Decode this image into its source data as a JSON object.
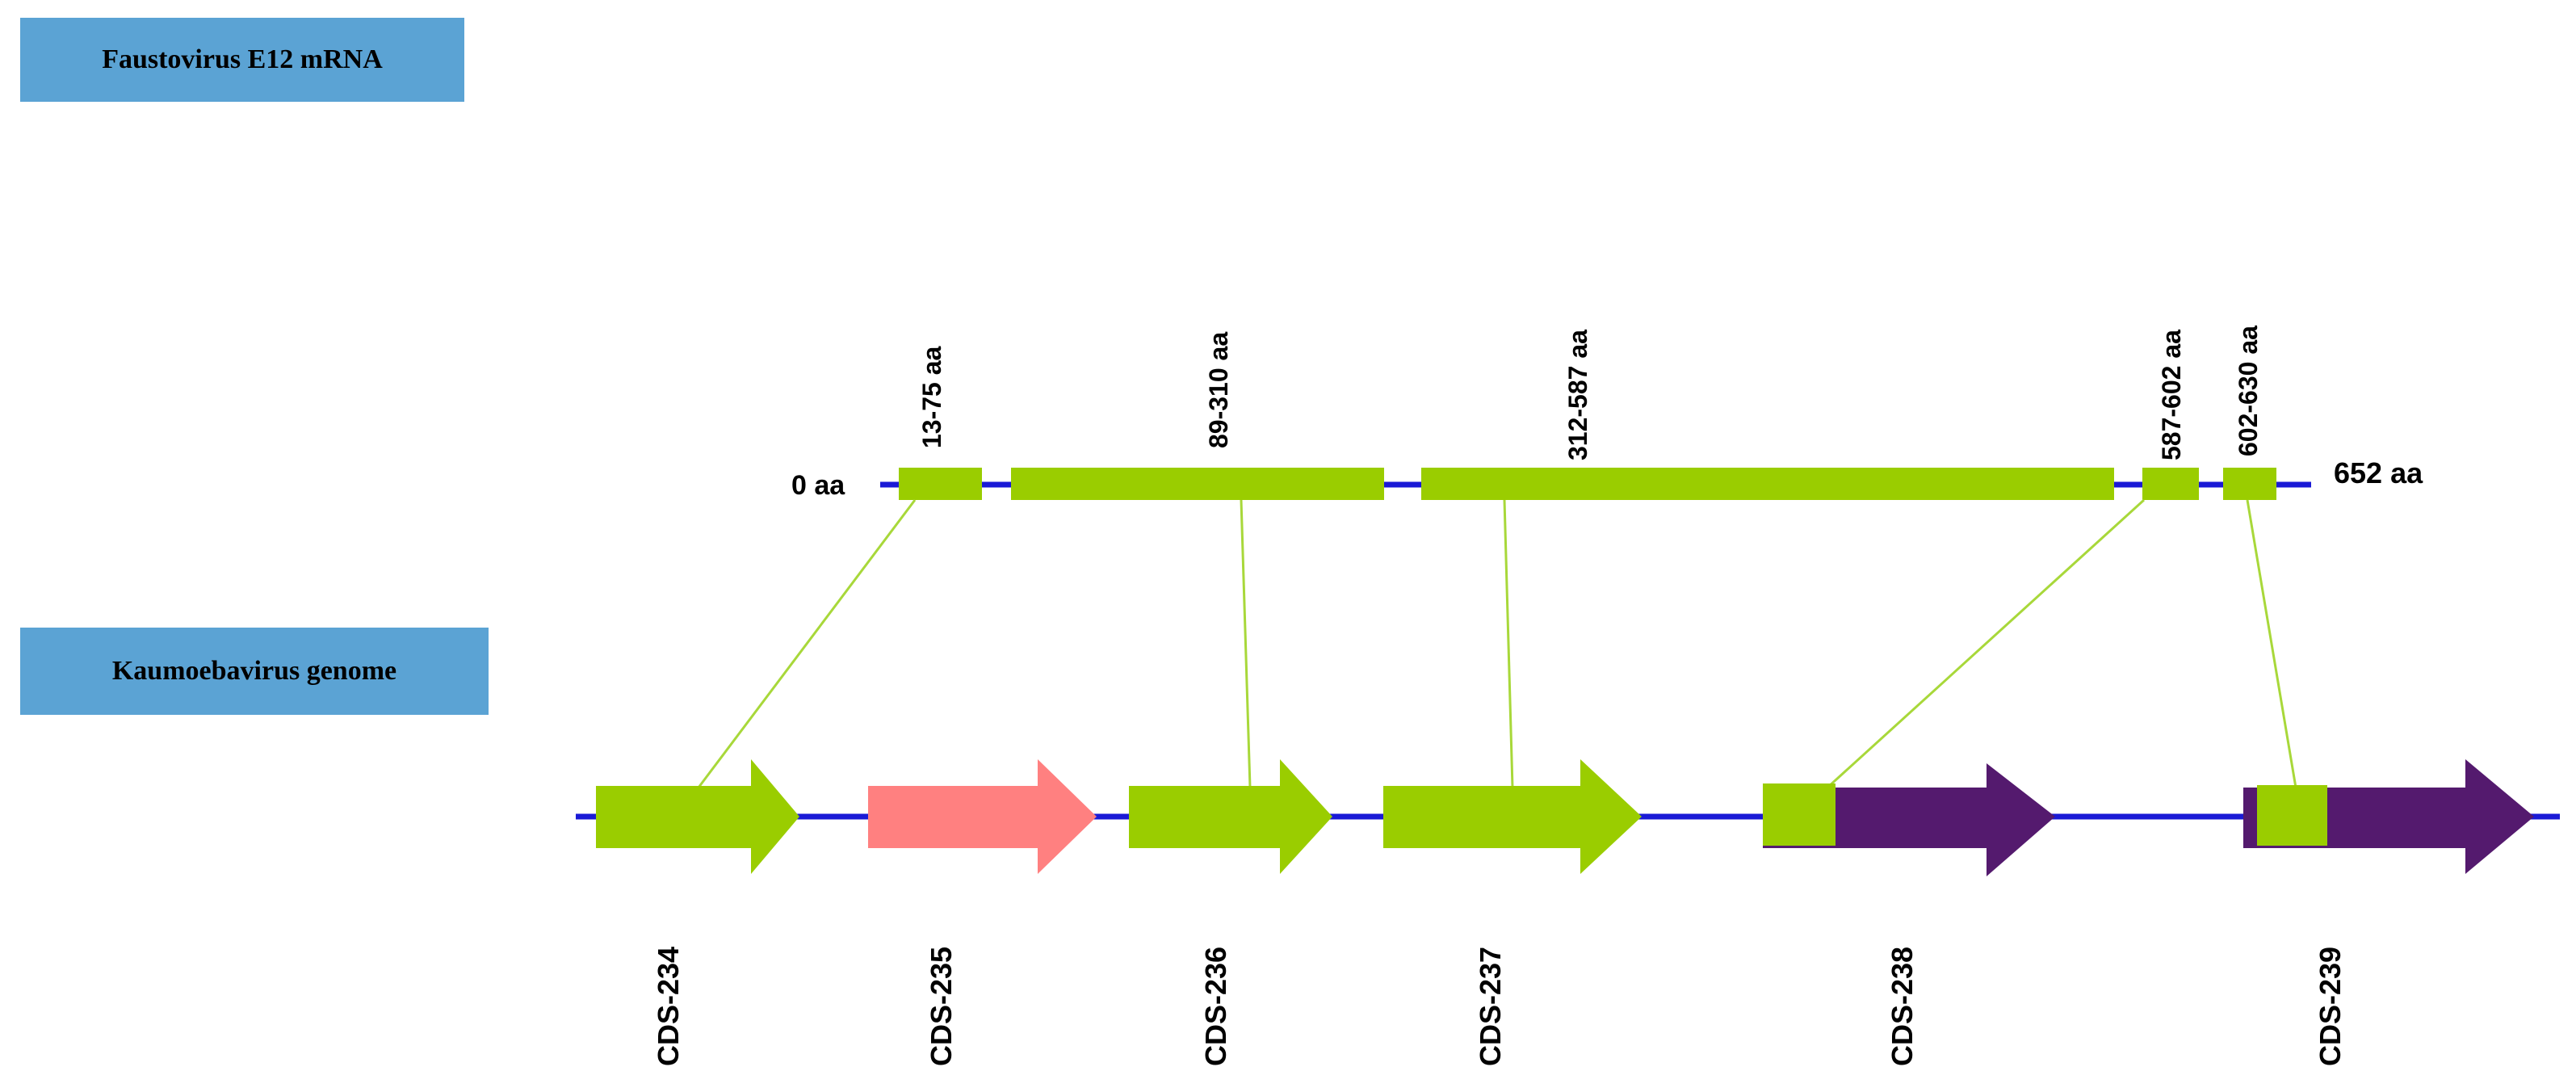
{
  "mrna_label": "Faustovirus E12 mRNA",
  "genome_label": "Kaumoebavirus genome",
  "axis_start": "0 aa",
  "axis_end": "652 aa",
  "colors": {
    "backbone": "#1a1ad6",
    "match": "#9acd00",
    "connector": "#a8d83a",
    "cds_pink": "#ff8080",
    "cds_purple": "#541a6e",
    "label_box": "#5ba3d4"
  },
  "segments": [
    {
      "label": "13-75 aa",
      "start": 13,
      "end": 75
    },
    {
      "label": "89-310 aa",
      "start": 89,
      "end": 310
    },
    {
      "label": "312-587 aa",
      "start": 312,
      "end": 587
    },
    {
      "label": "587-602 aa",
      "start": 587,
      "end": 602
    },
    {
      "label": "602-630 aa",
      "start": 602,
      "end": 630
    }
  ],
  "cds": [
    {
      "label": "CDS-234",
      "color": "match"
    },
    {
      "label": "CDS-235",
      "color": "cds_pink"
    },
    {
      "label": "CDS-236",
      "color": "match"
    },
    {
      "label": "CDS-237",
      "color": "match"
    },
    {
      "label": "CDS-238",
      "color": "cds_purple"
    },
    {
      "label": "CDS-239",
      "color": "cds_purple"
    }
  ]
}
